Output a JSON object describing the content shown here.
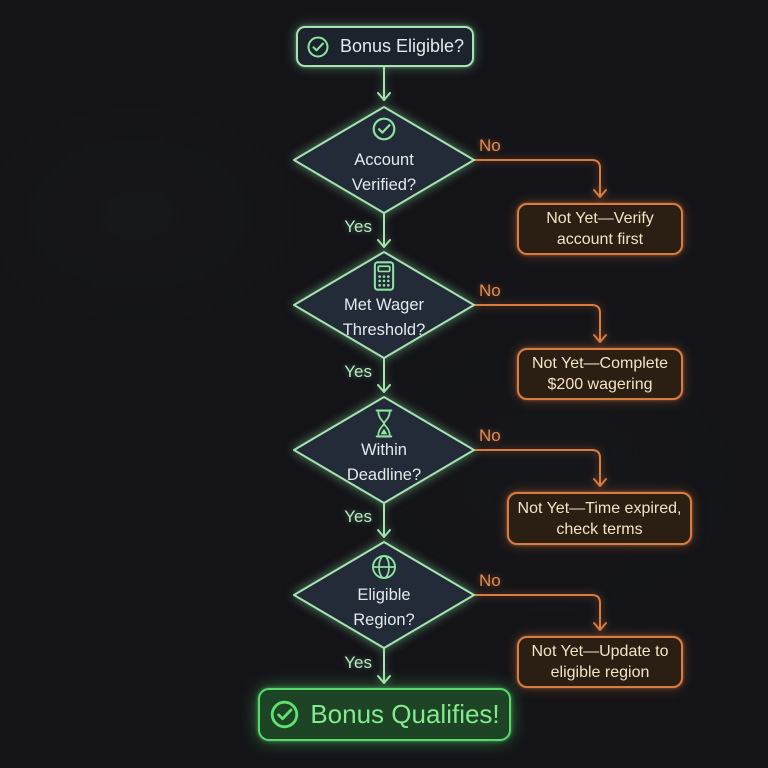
{
  "flowchart": {
    "title_node": {
      "label": "Bonus Eligible?",
      "icon": "check-circle-icon"
    },
    "yes_label": "Yes",
    "no_label": "No",
    "decisions": [
      {
        "id": "account-verified",
        "icon": "check-circle-icon",
        "question_line1": "Account",
        "question_line2": "Verified?",
        "no_outcome_line1": "Not Yet—Verify",
        "no_outcome_line2": "account first"
      },
      {
        "id": "met-wager-threshold",
        "icon": "calculator-icon",
        "question_line1": "Met Wager",
        "question_line2": "Threshold?",
        "no_outcome_line1": "Not Yet—Complete",
        "no_outcome_line2": "$200 wagering"
      },
      {
        "id": "within-deadline",
        "icon": "hourglass-icon",
        "question_line1": "Within",
        "question_line2": "Deadline?",
        "no_outcome_line1": "Not Yet—Time expired,",
        "no_outcome_line2": "check terms"
      },
      {
        "id": "eligible-region",
        "icon": "globe-icon",
        "question_line1": "Eligible",
        "question_line2": "Region?",
        "no_outcome_line1": "Not Yet—Update to",
        "no_outcome_line2": "eligible region"
      }
    ],
    "end_node": {
      "label": "Bonus Qualifies!",
      "icon": "check-circle-icon"
    },
    "colors": {
      "background": "#141418",
      "green_stroke": "#a5e3b1",
      "green_bright": "#57d96b",
      "green_text": "#84ea8e",
      "diamond_fill": "#232b38",
      "node_text": "#e4e9ec",
      "yes_color": "#b7eac0",
      "no_color": "#e98a50",
      "orange_stroke": "#d97c3e",
      "orange_fill": "#2b1e12",
      "orange_text": "#f3e4c6",
      "end_fill": "#1d4424"
    }
  }
}
